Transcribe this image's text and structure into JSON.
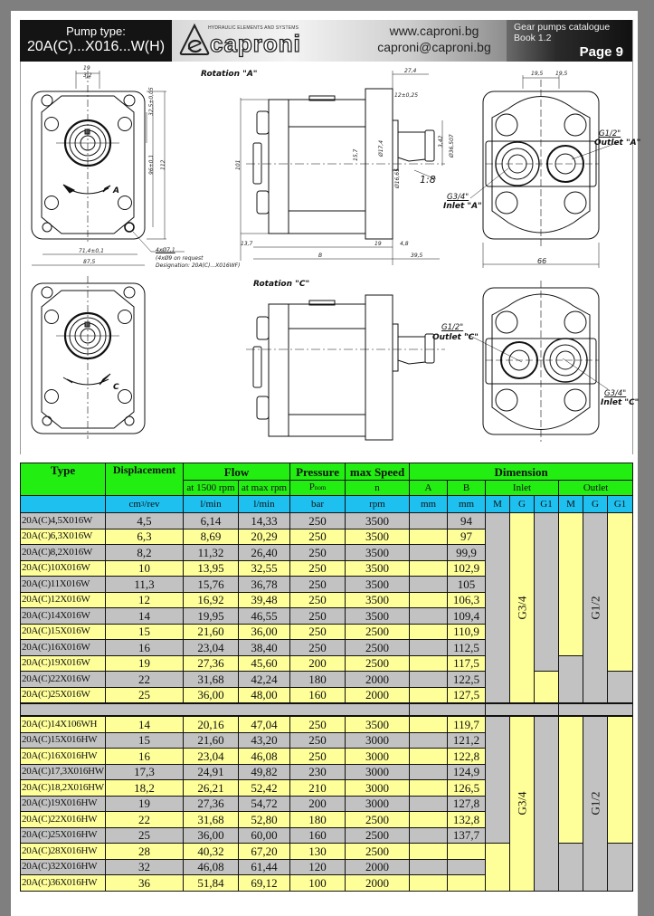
{
  "header": {
    "pump_type_label": "Pump type:",
    "pump_type_value": "20A(C)...X016...W(H)",
    "logo_tagline": "HYDRAULIC ELEMENTS AND SYSTEMS",
    "logo_name": "caproni",
    "website": "www.caproni.bg",
    "email": "caproni@caproni.bg",
    "catalogue": "Gear pumps catalogue",
    "book": "Book 1.2",
    "page": "Page  9"
  },
  "drawings": {
    "rotation_a": "Rotation \"A\"",
    "rotation_c": "Rotation \"C\"",
    "arrow_a": "A",
    "arrow_c": "C",
    "inlet_a_size": "G3/4\"",
    "inlet_a": "Inlet \"A\"",
    "outlet_a_size": "G1/2\"",
    "outlet_a": "Outlet \"A\"",
    "inlet_c_size": "G3/4\"",
    "inlet_c": "Inlet \"C\"",
    "outlet_c_size": "G1/2\"",
    "outlet_c": "Outlet \"C\"",
    "taper": "1:8",
    "holes": "4xØ7,1",
    "holes_note1": "(4xØ9 on request",
    "holes_note2": "Designation: 20A(C)...X016WF)",
    "dims": {
      "d19": "19",
      "d32": "3,2",
      "d325": "32,5±0,05",
      "d96": "96±0,1",
      "d112": "112",
      "d714": "71,4±0,1",
      "d875": "87,5",
      "d101": "101",
      "d274": "27,4",
      "d12": "12±0,25",
      "d157": "15,7",
      "d174": "Ø17,4",
      "d1665": "Ø16,65",
      "d342": "3,42",
      "d3657": "Ø36,507",
      "d137": "13,7",
      "dB": "B",
      "d19b": "19",
      "d48": "4,8",
      "d395": "39,5",
      "d195a": "19,5",
      "d195b": "19,5",
      "d66": "66"
    }
  },
  "table": {
    "headers": {
      "type": "Type",
      "displacement": "Displacement",
      "flow": "Flow",
      "pressure": "Pressure",
      "max_speed": "max Speed",
      "dimension": "Dimension",
      "flow_1500": "at 1500 rpm",
      "flow_max": "at max rpm",
      "pressure_sym": "P",
      "pressure_sub": "nom",
      "speed_sym": "n",
      "dim_a": "A",
      "dim_b": "B",
      "inlet": "Inlet",
      "outlet": "Outlet",
      "unit_disp": "cm",
      "unit_disp_sup": "3",
      "unit_disp_rest": "/rev",
      "unit_flow1": "l/min",
      "unit_flow2": "l/min",
      "unit_pressure": "bar",
      "unit_speed": "rpm",
      "unit_a": "mm",
      "unit_b": "mm",
      "m1": "M",
      "g1": "G",
      "g1_1": "G1",
      "m2": "M",
      "g2": "G",
      "g1_2": "G1"
    },
    "inlet_thread": "G3/4",
    "outlet_thread": "G1/2",
    "group1": [
      {
        "type": "20A(C)4,5X016W",
        "disp": "4,5",
        "f1500": "6,14",
        "fmax": "14,33",
        "p": "250",
        "n": "3500",
        "a": "",
        "b": "94"
      },
      {
        "type": "20A(C)6,3X016W",
        "disp": "6,3",
        "f1500": "8,69",
        "fmax": "20,29",
        "p": "250",
        "n": "3500",
        "a": "",
        "b": "97"
      },
      {
        "type": "20A(C)8,2X016W",
        "disp": "8,2",
        "f1500": "11,32",
        "fmax": "26,40",
        "p": "250",
        "n": "3500",
        "a": "",
        "b": "99,9"
      },
      {
        "type": "20A(C)10X016W",
        "disp": "10",
        "f1500": "13,95",
        "fmax": "32,55",
        "p": "250",
        "n": "3500",
        "a": "",
        "b": "102,9"
      },
      {
        "type": "20A(C)11X016W",
        "disp": "11,3",
        "f1500": "15,76",
        "fmax": "36,78",
        "p": "250",
        "n": "3500",
        "a": "",
        "b": "105"
      },
      {
        "type": "20A(C)12X016W",
        "disp": "12",
        "f1500": "16,92",
        "fmax": "39,48",
        "p": "250",
        "n": "3500",
        "a": "",
        "b": "106,3"
      },
      {
        "type": "20A(C)14X016W",
        "disp": "14",
        "f1500": "19,95",
        "fmax": "46,55",
        "p": "250",
        "n": "3500",
        "a": "",
        "b": "109,4"
      },
      {
        "type": "20A(C)15X016W",
        "disp": "15",
        "f1500": "21,60",
        "fmax": "36,00",
        "p": "250",
        "n": "2500",
        "a": "",
        "b": "110,9"
      },
      {
        "type": "20A(C)16X016W",
        "disp": "16",
        "f1500": "23,04",
        "fmax": "38,40",
        "p": "250",
        "n": "2500",
        "a": "",
        "b": "112,5"
      },
      {
        "type": "20A(C)19X016W",
        "disp": "19",
        "f1500": "27,36",
        "fmax": "45,60",
        "p": "200",
        "n": "2500",
        "a": "",
        "b": "117,5"
      },
      {
        "type": "20A(C)22X016W",
        "disp": "22",
        "f1500": "31,68",
        "fmax": "42,24",
        "p": "180",
        "n": "2000",
        "a": "",
        "b": "122,5"
      },
      {
        "type": "20A(C)25X016W",
        "disp": "25",
        "f1500": "36,00",
        "fmax": "48,00",
        "p": "160",
        "n": "2000",
        "a": "",
        "b": "127,5"
      }
    ],
    "group2": [
      {
        "type": "20A(C)14X106WH",
        "disp": "14",
        "f1500": "20,16",
        "fmax": "47,04",
        "p": "250",
        "n": "3500",
        "a": "",
        "b": "119,7"
      },
      {
        "type": "20A(C)15X016HW",
        "disp": "15",
        "f1500": "21,60",
        "fmax": "43,20",
        "p": "250",
        "n": "3000",
        "a": "",
        "b": "121,2"
      },
      {
        "type": "20A(C)16X016HW",
        "disp": "16",
        "f1500": "23,04",
        "fmax": "46,08",
        "p": "250",
        "n": "3000",
        "a": "",
        "b": "122,8"
      },
      {
        "type": "20A(C)17,3X016HW",
        "disp": "17,3",
        "f1500": "24,91",
        "fmax": "49,82",
        "p": "230",
        "n": "3000",
        "a": "",
        "b": "124,9"
      },
      {
        "type": "20A(C)18,2X016HW",
        "disp": "18,2",
        "f1500": "26,21",
        "fmax": "52,42",
        "p": "210",
        "n": "3000",
        "a": "",
        "b": "126,5"
      },
      {
        "type": "20A(C)19X016HW",
        "disp": "19",
        "f1500": "27,36",
        "fmax": "54,72",
        "p": "200",
        "n": "3000",
        "a": "",
        "b": "127,8"
      },
      {
        "type": "20A(C)22X016HW",
        "disp": "22",
        "f1500": "31,68",
        "fmax": "52,80",
        "p": "180",
        "n": "2500",
        "a": "",
        "b": "132,8"
      },
      {
        "type": "20A(C)25X016HW",
        "disp": "25",
        "f1500": "36,00",
        "fmax": "60,00",
        "p": "160",
        "n": "2500",
        "a": "",
        "b": "137,7"
      },
      {
        "type": "20A(C)28X016HW",
        "disp": "28",
        "f1500": "40,32",
        "fmax": "67,20",
        "p": "130",
        "n": "2500",
        "a": "",
        "b": ""
      },
      {
        "type": "20A(C)32X016HW",
        "disp": "32",
        "f1500": "46,08",
        "fmax": "61,44",
        "p": "120",
        "n": "2000",
        "a": "",
        "b": ""
      },
      {
        "type": "20A(C)36X016HW",
        "disp": "36",
        "f1500": "51,84",
        "fmax": "69,12",
        "p": "100",
        "n": "2000",
        "a": "",
        "b": ""
      }
    ]
  }
}
